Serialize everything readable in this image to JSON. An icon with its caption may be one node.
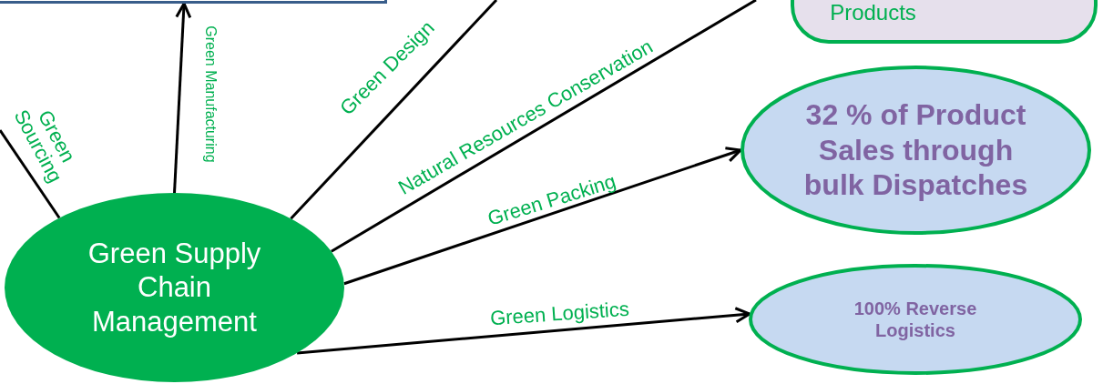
{
  "diagram": {
    "nodes": [
      {
        "text": [],
        "shape": "box"
      },
      {
        "text": [
          "Products"
        ]
      },
      {
        "text": [
          "Green Supply Chain Management"
        ]
      },
      {
        "text": [
          "32 % of Product Sales through bulk Dispatches"
        ]
      },
      {
        "text": [
          "100% Reverse Logistics"
        ]
      }
    ],
    "edges": [
      {
        "from": 2,
        "to": null,
        "arrow": "none",
        "label": "Green Sourcing"
      },
      {
        "from": 2,
        "to": 0,
        "arrow": "to",
        "label": "Green Manufacturing"
      },
      {
        "from": 2,
        "to": null,
        "arrow": "none",
        "label": "Green Design"
      },
      {
        "from": 2,
        "to": null,
        "arrow": "none",
        "label": "Natural Resources Conservation"
      },
      {
        "from": 2,
        "to": 3,
        "arrow": "to",
        "label": "Green Packing"
      },
      {
        "from": 2,
        "to": 4,
        "arrow": "to",
        "label": "Green Logistics"
      }
    ]
  }
}
